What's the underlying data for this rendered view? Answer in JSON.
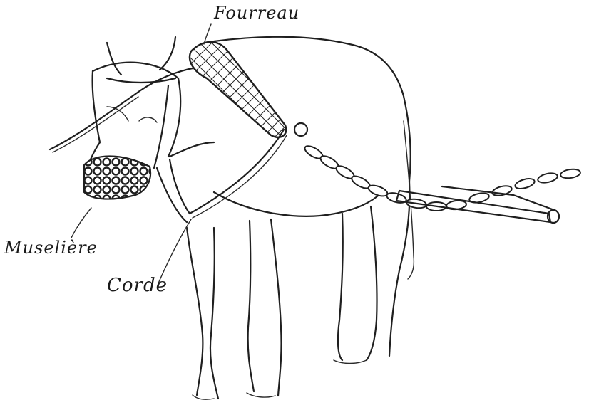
{
  "labels": {
    "fourreau": "Fourreau",
    "museliere": "Muselière",
    "corde": "Corde"
  }
}
